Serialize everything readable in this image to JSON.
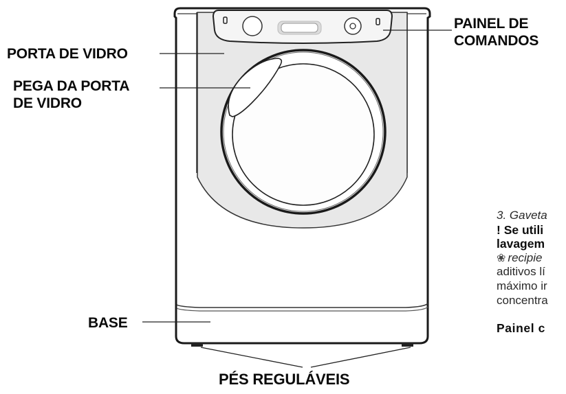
{
  "diagram": {
    "subject": "washing machine front view",
    "labels": {
      "glass_door": "PORTA DE VIDRO",
      "glass_door_handle_line1": "PEGA DA PORTA",
      "glass_door_handle_line2": "DE VIDRO",
      "control_panel_line1": "PAINEL DE",
      "control_panel_line2": "COMANDOS",
      "base": "BASE",
      "adjustable_feet": "PÉS REGULÁVEIS"
    },
    "colors": {
      "outline": "#1a1a1a",
      "panel_fill": "#e8e8e8",
      "body_fill": "#ffffff"
    }
  },
  "side_text": {
    "line1": "3. Gaveta",
    "line2": "! Se utili",
    "line3": "lavagem",
    "line4_icon": "❀",
    "line4": "recipie",
    "line5": "aditivos lí",
    "line6": "máximo ir",
    "line7": "concentra",
    "heading": "Painel  c"
  }
}
